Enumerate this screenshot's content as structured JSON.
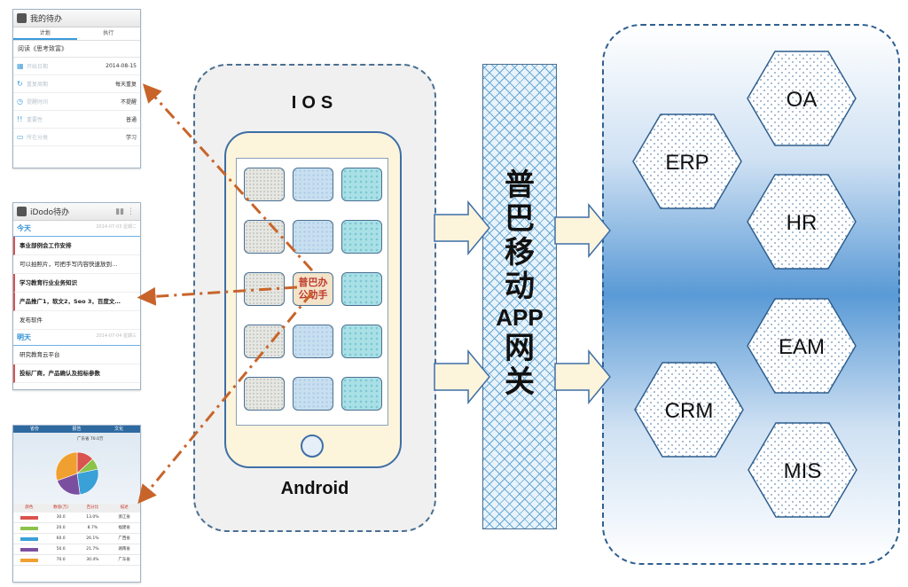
{
  "diagram": {
    "device": {
      "top_label": "IOS",
      "bottom_label": "Android",
      "app_icon_label": [
        "普巴办",
        "公助手"
      ]
    },
    "gateway": {
      "lines": [
        "普",
        "巴",
        "移",
        "动",
        "APP",
        "网",
        "关"
      ]
    },
    "systems": [
      "ERP",
      "OA",
      "HR",
      "EAM",
      "CRM",
      "MIS"
    ],
    "screens": {
      "todo": {
        "title": "我的待办",
        "tabs": [
          "计划",
          "执行"
        ],
        "subject": "阅读《思考致富》",
        "rows": [
          {
            "label": "开始日期",
            "value": "2014-08-15"
          },
          {
            "label": "重复周期",
            "value": "每天重复"
          },
          {
            "label": "提醒时间",
            "value": "不提醒"
          },
          {
            "label": "重要性",
            "value": "普通"
          },
          {
            "label": "所在分类",
            "value": "学习"
          }
        ]
      },
      "idodo": {
        "title": "iDodo待办",
        "today": "今天",
        "today_date": "2014-07-03 星期二",
        "today_items": [
          "事业部例会工作安排",
          "可以拍照片，可把手写内容快速放到…",
          "学习教育行业业务知识",
          "产品推广1，软文2，Seo 3，百度文…",
          "发布软件"
        ],
        "tomorrow": "明天",
        "tomorrow_date": "2014-07-04 星期三",
        "tomorrow_items": [
          "研究教育云平台",
          "投标厂商，产品确认及招标参数"
        ]
      },
      "report": {
        "tabs": [
          "省份",
          "报告",
          "文化"
        ],
        "chart_title": "广东省 70.0万",
        "headers": [
          "颜色",
          "数值(万)",
          "百分比",
          "描述"
        ],
        "rows": [
          {
            "color": "#d9534f",
            "value": "30.0",
            "pct": "13.0%",
            "desc": "浙江省"
          },
          {
            "color": "#8bc34a",
            "value": "20.0",
            "pct": "8.7%",
            "desc": "福建省"
          },
          {
            "color": "#3aa0d8",
            "value": "60.0",
            "pct": "26.1%",
            "desc": "广西省"
          },
          {
            "color": "#7b4fa0",
            "value": "50.0",
            "pct": "21.7%",
            "desc": "湖南省"
          },
          {
            "color": "#f0a030",
            "value": "70.0",
            "pct": "30.4%",
            "desc": "广东省"
          }
        ]
      }
    },
    "colors": {
      "accent": "#2f5f8f",
      "arrow_dash": "#c8642a",
      "app_label": "#c0392b"
    }
  }
}
